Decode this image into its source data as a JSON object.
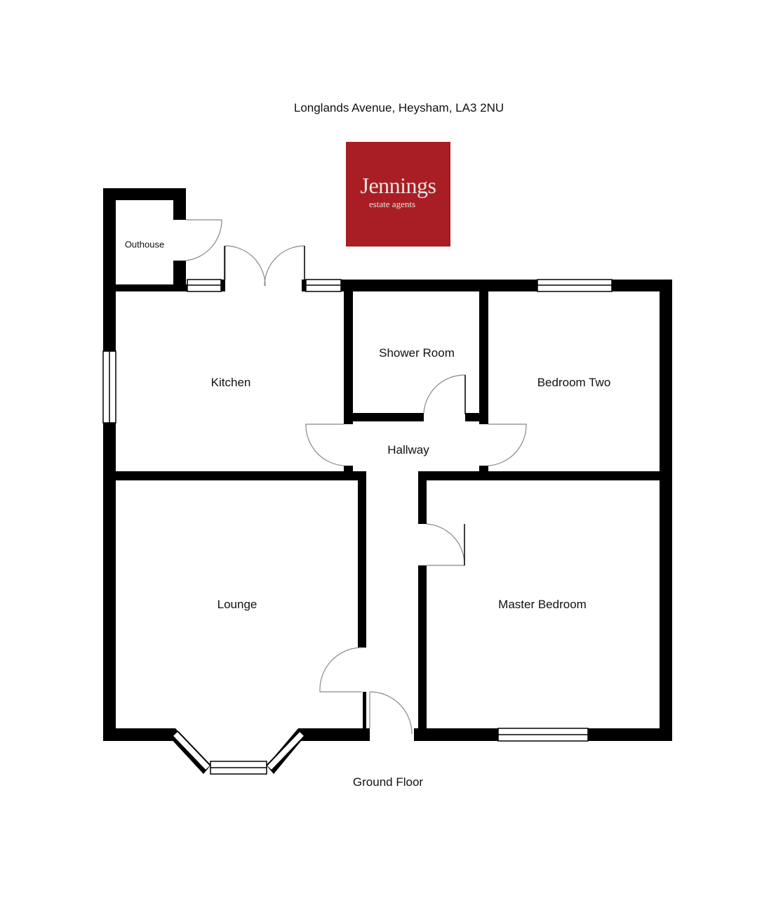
{
  "title": "Longlands Avenue, Heysham, LA3 2NU",
  "logo": {
    "name": "Jennings",
    "tagline": "estate agents",
    "color": "#a81e24"
  },
  "rooms": {
    "outhouse": "Outhouse",
    "kitchen": "Kitchen",
    "shower_room": "Shower Room",
    "bedroom_two": "Bedroom Two",
    "hallway": "Hallway",
    "lounge": "Lounge",
    "master_bedroom": "Master Bedroom"
  },
  "floor_label": "Ground Floor"
}
